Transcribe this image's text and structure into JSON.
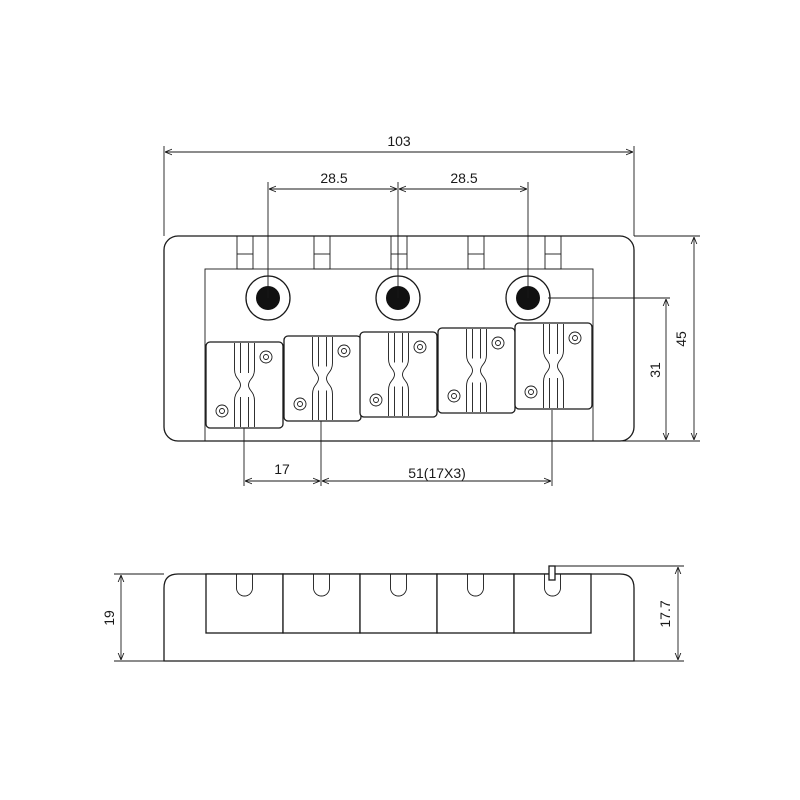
{
  "dimensions": {
    "overall_length": "103",
    "bolt_spacing_left": "28.5",
    "bolt_spacing_right": "28.5",
    "overall_width": "45",
    "inner_depth": "31",
    "saddle_pitch": "17",
    "saddle_span": "51(17X3)",
    "side_height_left": "19",
    "side_height_right": "17.7"
  },
  "colors": {
    "line": "#1a1a1a",
    "background": "#ffffff",
    "hole_fill": "#111111"
  }
}
